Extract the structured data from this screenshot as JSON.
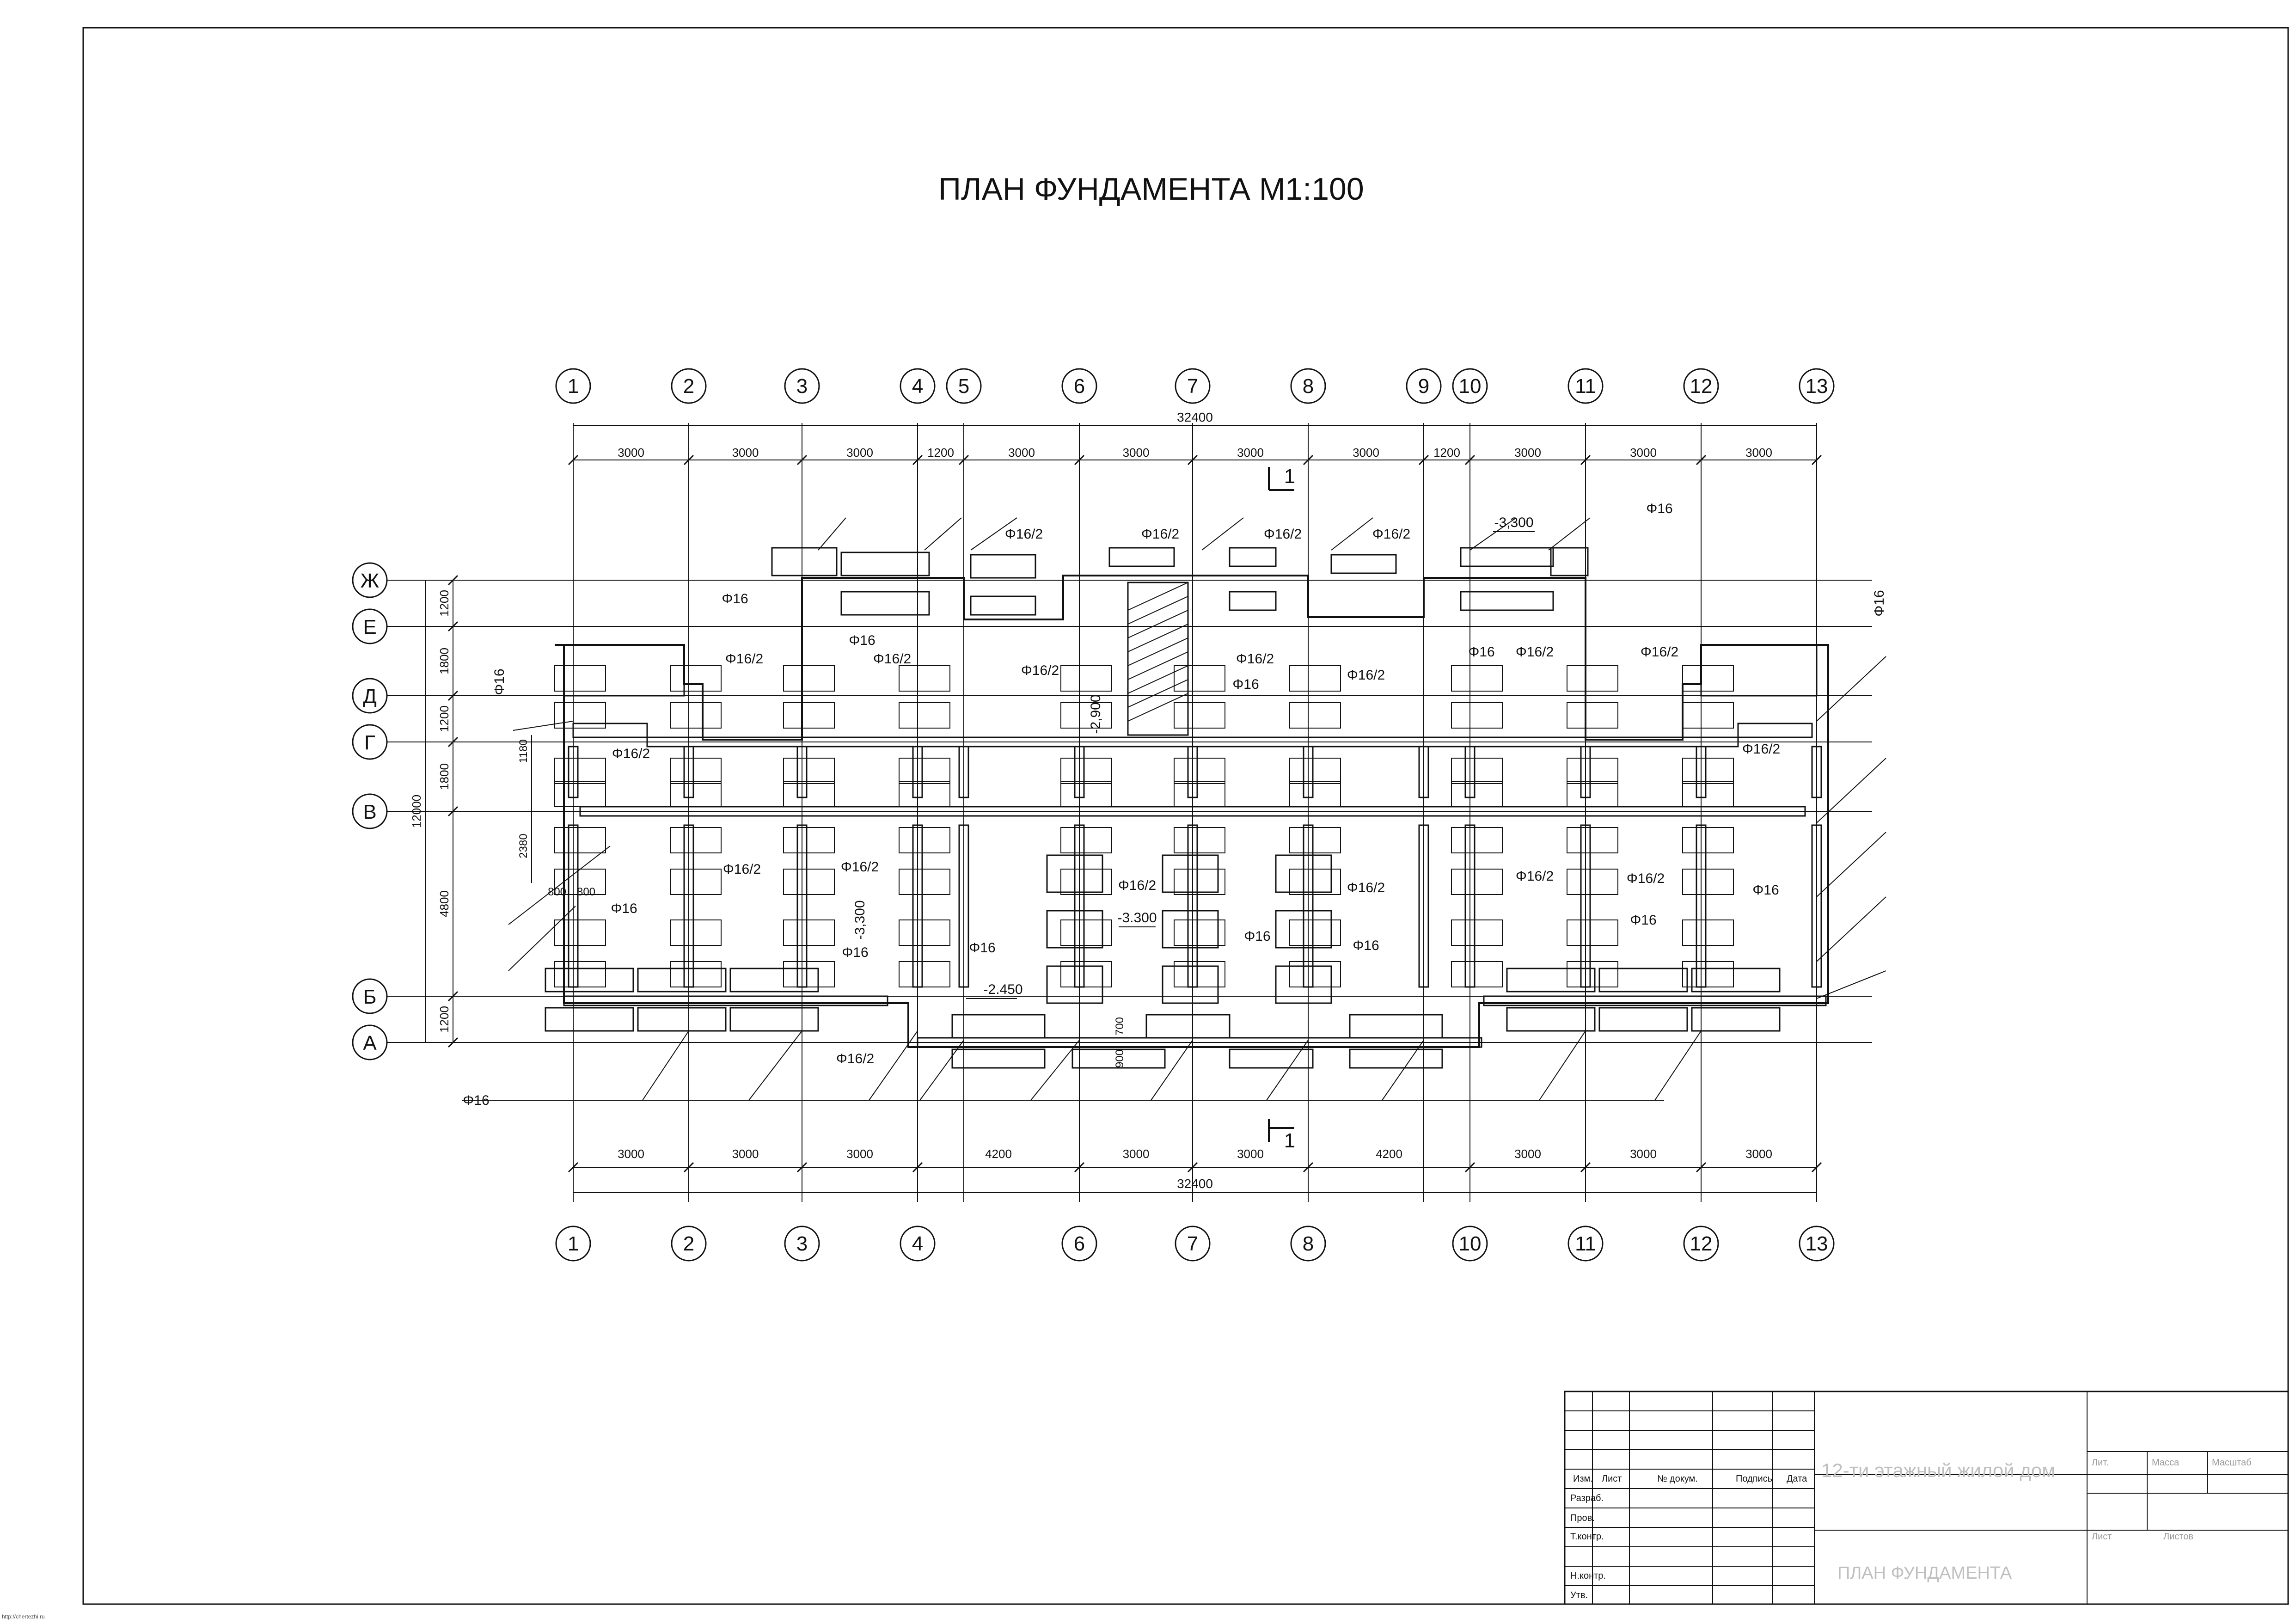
{
  "title": "ПЛАН ФУНДАМЕНТА  М1:100",
  "axes_x_top": [
    "1",
    "2",
    "3",
    "4",
    "5",
    "6",
    "7",
    "8",
    "9",
    "10",
    "11",
    "12",
    "13"
  ],
  "axes_x_bottom": [
    "1",
    "2",
    "3",
    "4",
    "6",
    "7",
    "8",
    "10",
    "11",
    "12",
    "13"
  ],
  "axes_y": [
    "Ж",
    "Е",
    "Д",
    "Г",
    "В",
    "Б",
    "А"
  ],
  "dims_top": [
    "3000",
    "3000",
    "3000",
    "1200",
    "3000",
    "3000",
    "3000",
    "3000",
    "1200",
    "3000",
    "3000",
    "3000"
  ],
  "dims_bottom": [
    "3000",
    "3000",
    "3000",
    "4200",
    "3000",
    "3000",
    "4200",
    "3000",
    "3000",
    "3000"
  ],
  "dim_total": "32400",
  "dims_left": [
    "1200",
    "1800",
    "1200",
    "1800",
    "4800",
    "1200"
  ],
  "dim_left_total": "12000",
  "dims_left_inner": [
    "1180",
    "2380"
  ],
  "dims_inner_small": [
    "800",
    "800"
  ],
  "dims_bottom_small": [
    "900",
    "700"
  ],
  "section_mark": "1",
  "elevations": [
    "-3,300",
    "-2,900",
    "-3,300",
    "-3.300",
    "-2.450"
  ],
  "rebar_labels": {
    "p16": "Φ16",
    "p162": "Φ16/2"
  },
  "stamp": {
    "project": "12-ти этажный жилой дом",
    "sheet_title": "ПЛАН ФУНДАМЕНТА",
    "headers": [
      "Изм.",
      "Лист",
      "№ докум.",
      "Подпись",
      "Дата"
    ],
    "roles": [
      "Разраб.",
      "Пров.",
      "Т.контр.",
      "Н.контр.",
      "Утв."
    ],
    "right_headers": [
      "Лит.",
      "Масса",
      "Масштаб"
    ],
    "sheet_labels": [
      "Лист",
      "Листов"
    ]
  },
  "footer_link": "http://chertezhi.ru"
}
